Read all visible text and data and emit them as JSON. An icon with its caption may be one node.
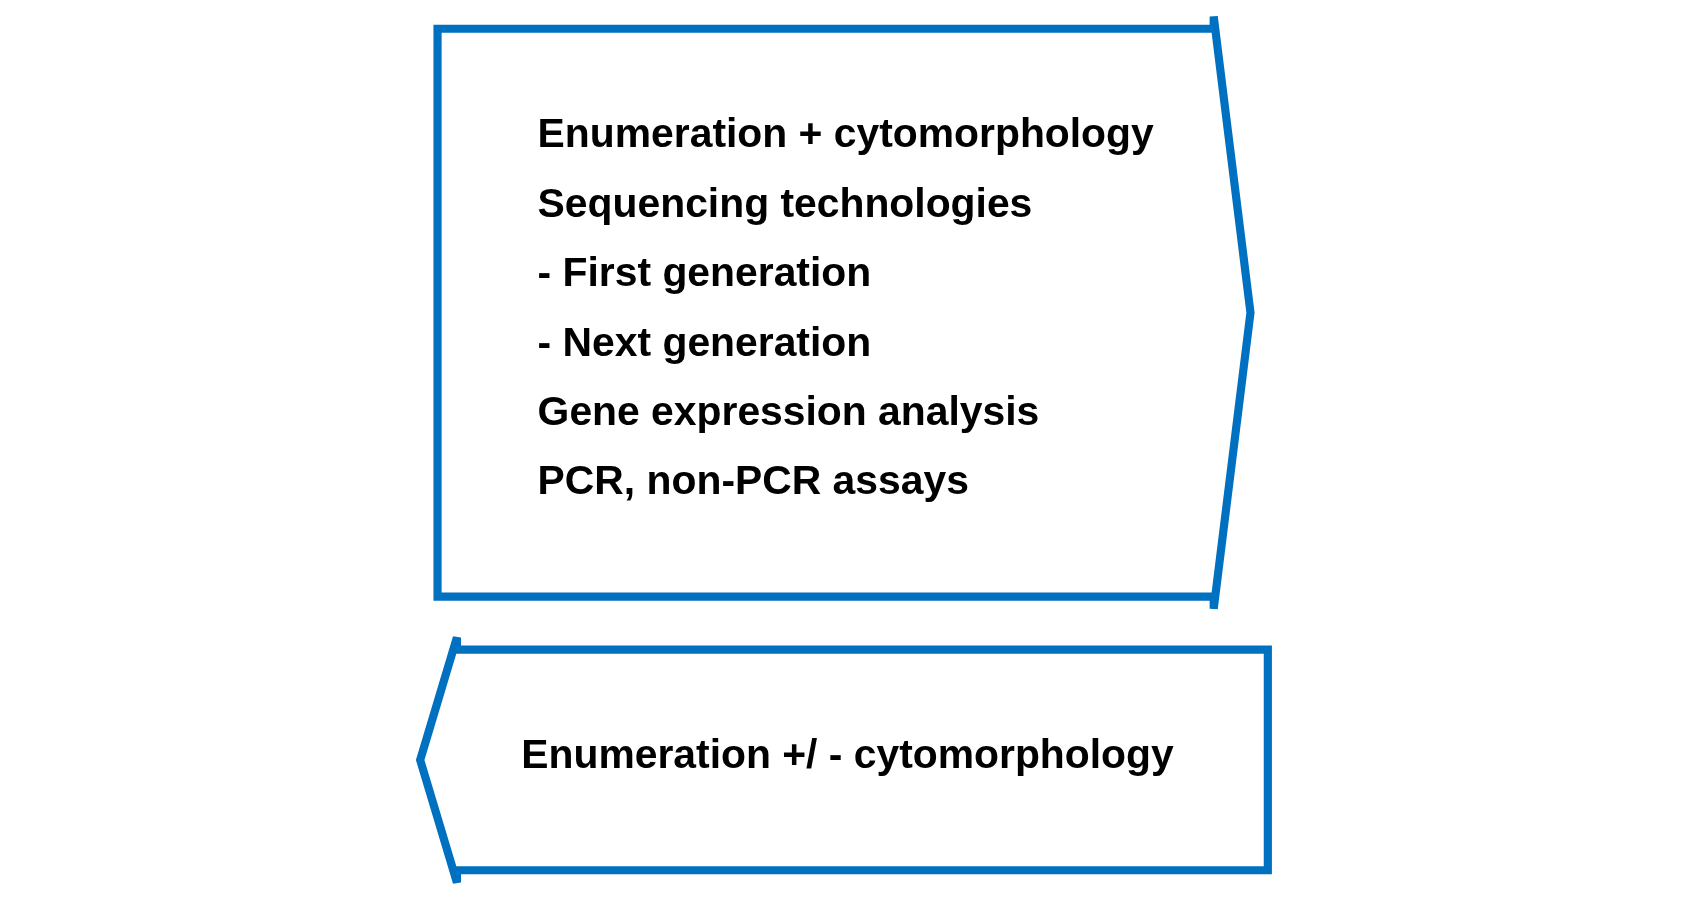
{
  "diagram": {
    "nodes": [
      {
        "text": [
          "Enumeration +/ - cytomorphology"
        ]
      },
      {
        "text": [
          "Enumeration + cytomorphology",
          "Sequencing technologies",
          "- First generation",
          "- Next generation",
          "Gene expression analysis",
          "PCR, non-PCR assays"
        ]
      }
    ]
  }
}
